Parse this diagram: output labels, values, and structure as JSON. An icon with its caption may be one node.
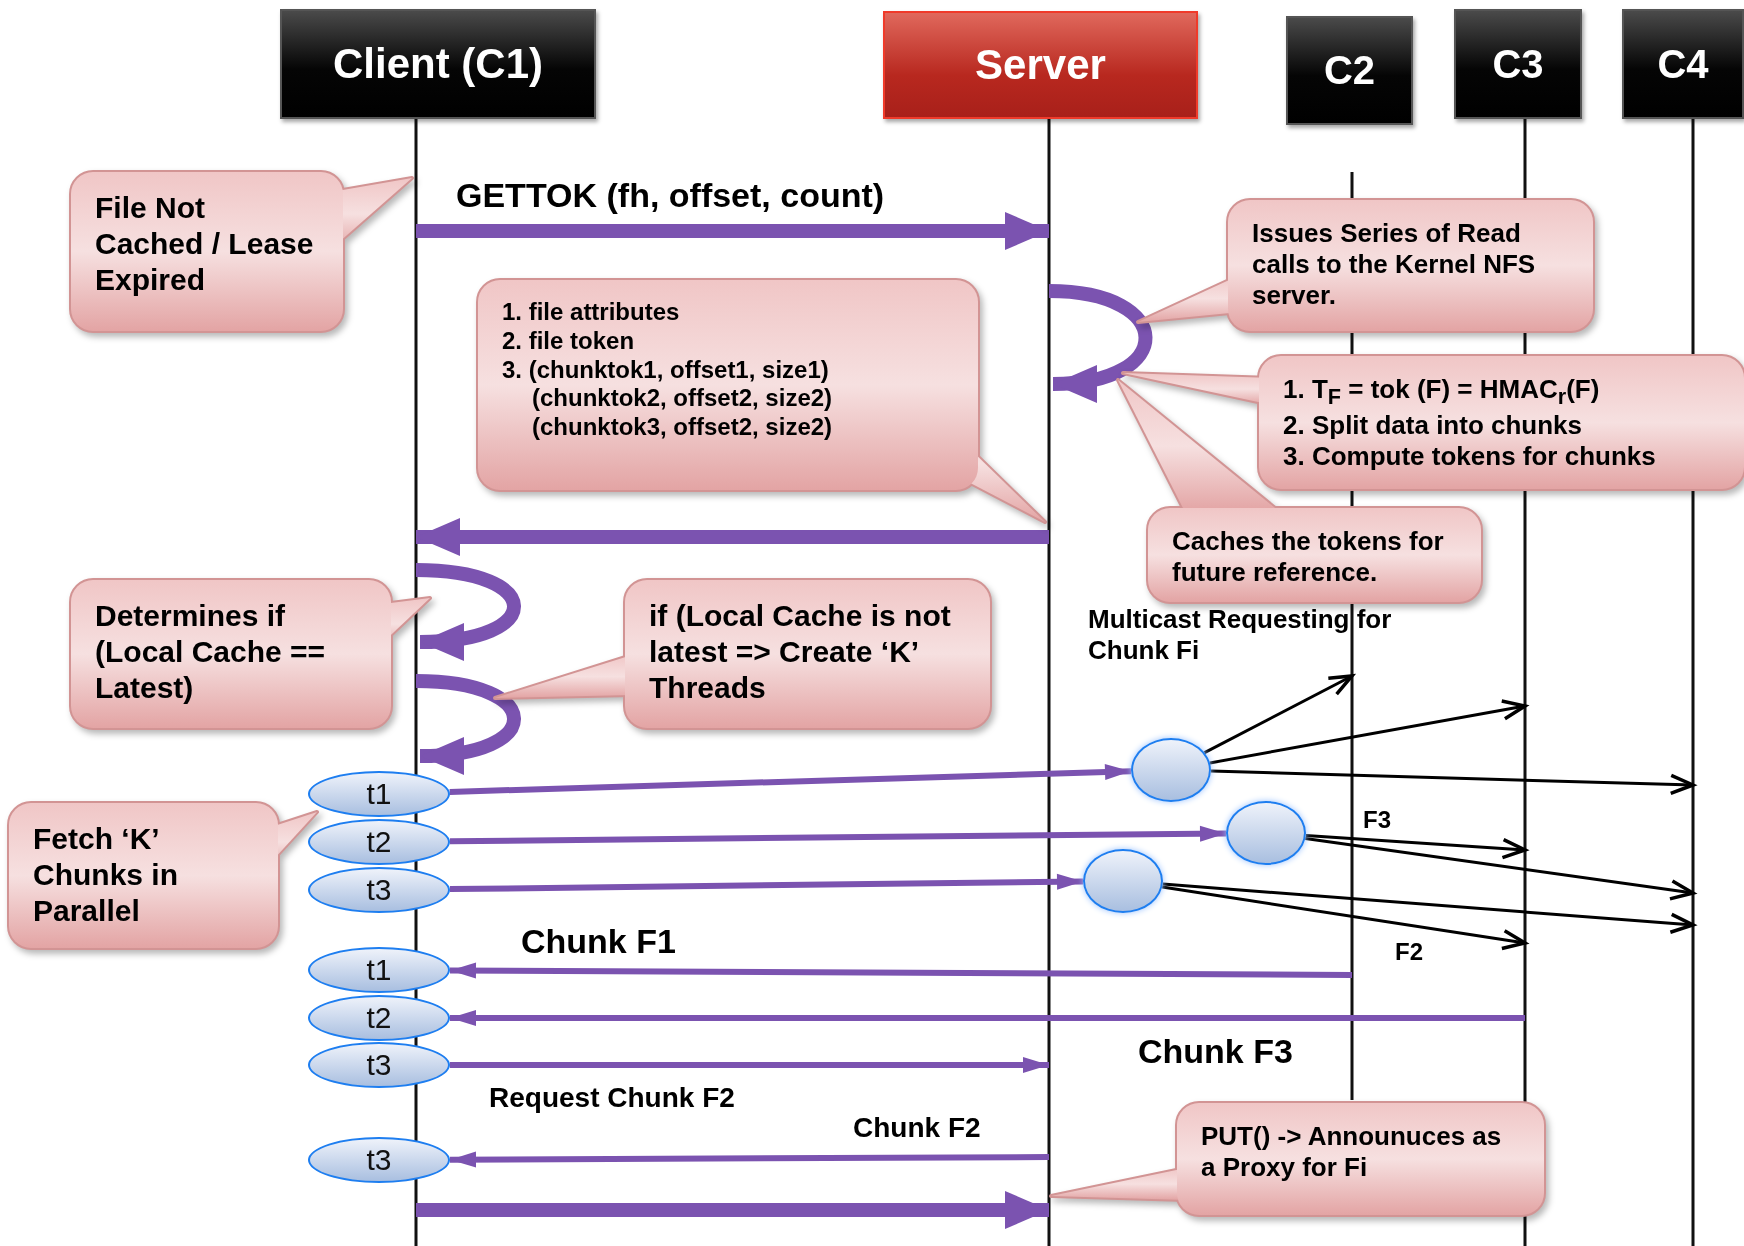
{
  "diagram": {
    "nodes": [
      {
        "text": [
          "Client (C1)"
        ]
      },
      {
        "text": [
          "Server"
        ]
      },
      {
        "text": [
          "C2"
        ]
      },
      {
        "text": [
          "C3"
        ]
      },
      {
        "text": [
          "C4"
        ]
      },
      {
        "text": [],
        "shape": "line"
      },
      {
        "text": [],
        "shape": "line"
      },
      {
        "text": [],
        "shape": "line"
      },
      {
        "text": [],
        "shape": "line"
      },
      {
        "text": [],
        "shape": "line"
      },
      {
        "text": [
          "File Not Cached / Lease Expired"
        ]
      },
      {
        "text": [
          "1. file attributes",
          "2. file token",
          "3. (chunktok1, offset1, size1) (chunktok2, offset2, size2) (chunktok3, offset2, size2)"
        ]
      },
      {
        "text": [
          "Issues Series of Read calls to the Kernel NFS server."
        ]
      },
      {
        "text": [
          "1. T$_{F}$ = tok (F) = HMAC$_{r}$(F)",
          "2. Split data into chunks",
          "3. Compute tokens for chunks"
        ]
      },
      {
        "text": [
          "Caches the tokens for future reference."
        ]
      },
      {
        "text": [
          "Determines if (Local Cache == Latest)"
        ]
      },
      {
        "text": [
          "if (Local Cache is not latest => Create ‘K’ Threads"
        ]
      },
      {
        "text": [
          "Fetch ‘K’ Chunks in Parallel"
        ]
      },
      {
        "text": [
          "PUT() -> Announuces as a Proxy for Fi"
        ]
      },
      {
        "text": [
          "t1"
        ]
      },
      {
        "text": [
          "t2"
        ]
      },
      {
        "text": [
          "t3"
        ]
      },
      {
        "text": [
          "t1"
        ]
      },
      {
        "text": [
          "t2"
        ]
      },
      {
        "text": [
          "t3"
        ]
      },
      {
        "text": [
          "t3"
        ]
      },
      {
        "text": [],
        "shape": "circle"
      },
      {
        "text": [],
        "shape": "circle"
      },
      {
        "text": [],
        "shape": "circle"
      }
    ],
    "edges": [
      {
        "from": 5,
        "to": 6,
        "arrow": "to",
        "label": "GETTOK (fh, offset, count)",
        "style": "thick"
      },
      {
        "from": 6,
        "to": 6,
        "arrow": "to",
        "style": "thick"
      },
      {
        "from": 6,
        "to": 5,
        "arrow": "to",
        "style": "thick"
      },
      {
        "from": 5,
        "to": 5,
        "arrow": "to",
        "style": "thick"
      },
      {
        "from": 5,
        "to": 5,
        "arrow": "to",
        "style": "thick"
      },
      {
        "from": 19,
        "to": 26,
        "arrow": "to"
      },
      {
        "from": 20,
        "to": 27,
        "arrow": "to"
      },
      {
        "from": 21,
        "to": 28,
        "arrow": "to"
      },
      {
        "from": 26,
        "to": 7,
        "arrow": "to",
        "color": "#000000"
      },
      {
        "from": 26,
        "to": 8,
        "arrow": "to",
        "color": "#000000"
      },
      {
        "from": 26,
        "to": 9,
        "arrow": "to",
        "color": "#000000"
      },
      {
        "from": 27,
        "to": 8,
        "arrow": "to",
        "label": "F3",
        "color": "#000000"
      },
      {
        "from": 27,
        "to": 9,
        "arrow": "to",
        "color": "#000000"
      },
      {
        "from": 28,
        "to": 9,
        "arrow": "to",
        "color": "#000000"
      },
      {
        "from": 28,
        "to": 8,
        "arrow": "to",
        "label": "F2",
        "color": "#000000"
      },
      {
        "from": 7,
        "to": 22,
        "arrow": "to",
        "label": "Chunk F1"
      },
      {
        "from": 8,
        "to": 23,
        "arrow": "to",
        "label": "Chunk F3"
      },
      {
        "from": 24,
        "to": 6,
        "arrow": "to",
        "label": "Request Chunk F2"
      },
      {
        "from": 6,
        "to": 25,
        "arrow": "to",
        "label": "Chunk F2"
      },
      {
        "from": 5,
        "to": 6,
        "arrow": "to",
        "style": "thick"
      }
    ],
    "labels": [
      "Multicast Requesting for Chunk Fi"
    ]
  }
}
